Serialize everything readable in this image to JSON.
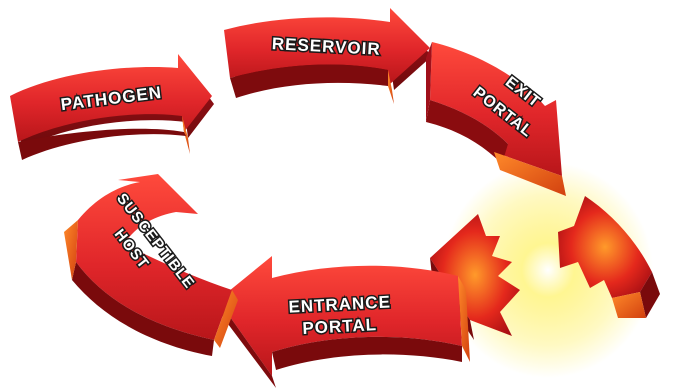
{
  "diagram": {
    "stages": [
      {
        "id": "pathogen",
        "lines": [
          "PATHOGEN"
        ]
      },
      {
        "id": "reservoir",
        "lines": [
          "RESERVOIR"
        ]
      },
      {
        "id": "exit",
        "lines": [
          "EXIT",
          "PORTAL"
        ]
      },
      {
        "id": "entrance",
        "lines": [
          "ENTRANCE",
          "PORTAL"
        ]
      },
      {
        "id": "host",
        "lines": [
          "SUSCEPTIBLE",
          "HOST"
        ]
      }
    ],
    "colors": {
      "arrow_top": "#e0262a",
      "arrow_side": "#8f0d0f",
      "arrow_end": "#f0641e",
      "glow": "#fff27a"
    }
  }
}
